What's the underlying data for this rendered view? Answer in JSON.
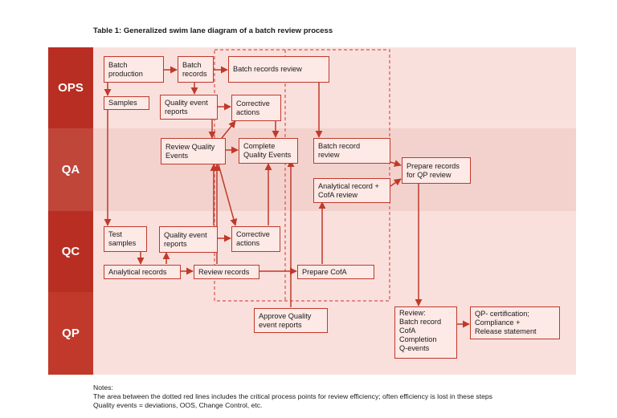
{
  "title": "Table 1: Generalized swim lane diagram of a batch review process",
  "lanes": [
    {
      "label": "OPS",
      "band_color": "#f9e0dc",
      "label_color": "#b92e22"
    },
    {
      "label": "QA",
      "band_color": "#f3d2cd",
      "label_color": "#c0463a"
    },
    {
      "label": "QC",
      "band_color": "#f9e0dc",
      "label_color": "#b92e22"
    },
    {
      "label": "QP",
      "band_color": "#f9e0dc",
      "label_color": "#c0392b"
    }
  ],
  "boxes": {
    "batch_production": "Batch\nproduction",
    "batch_records": "Batch\nrecords",
    "batch_records_review": "Batch records review",
    "samples": "Samples",
    "quality_event_reports_ops": "Quality event\nreports",
    "corrective_actions_ops": "Corrective\nactions",
    "review_quality_events": "Review Quality\nEvents",
    "complete_quality_events": "Complete\nQuality Events",
    "batch_record_review": "Batch record\nreview",
    "prepare_records_qp": "Prepare records\nfor QP review",
    "analytical_record_cofa": "Analytical record +\nCofA review",
    "test_samples": "Test\nsamples",
    "quality_event_reports_qc": "Quality event\nreports",
    "corrective_actions_qc": "Corrective\nactions",
    "analytical_records": "Analytical records",
    "review_records": "Review records",
    "prepare_cofa": "Prepare CofA",
    "approve_quality_event_reports": "Approve Quality\nevent reports",
    "review_qp": "Review:\nBatch record\nCofA\nCompletion\nQ-events",
    "qp_certification": "QP- certification;\nCompliance +\nRelease statement"
  },
  "notes": {
    "heading": "Notes:",
    "line1": "The area between the dotted red lines includes the critical process points for review efficiency; often efficiency is lost in these steps",
    "line2": "Quality events = deviations, OOS, Change Control, etc."
  },
  "colors": {
    "accent": "#c0392b",
    "box_fill": "#fde9e6"
  }
}
